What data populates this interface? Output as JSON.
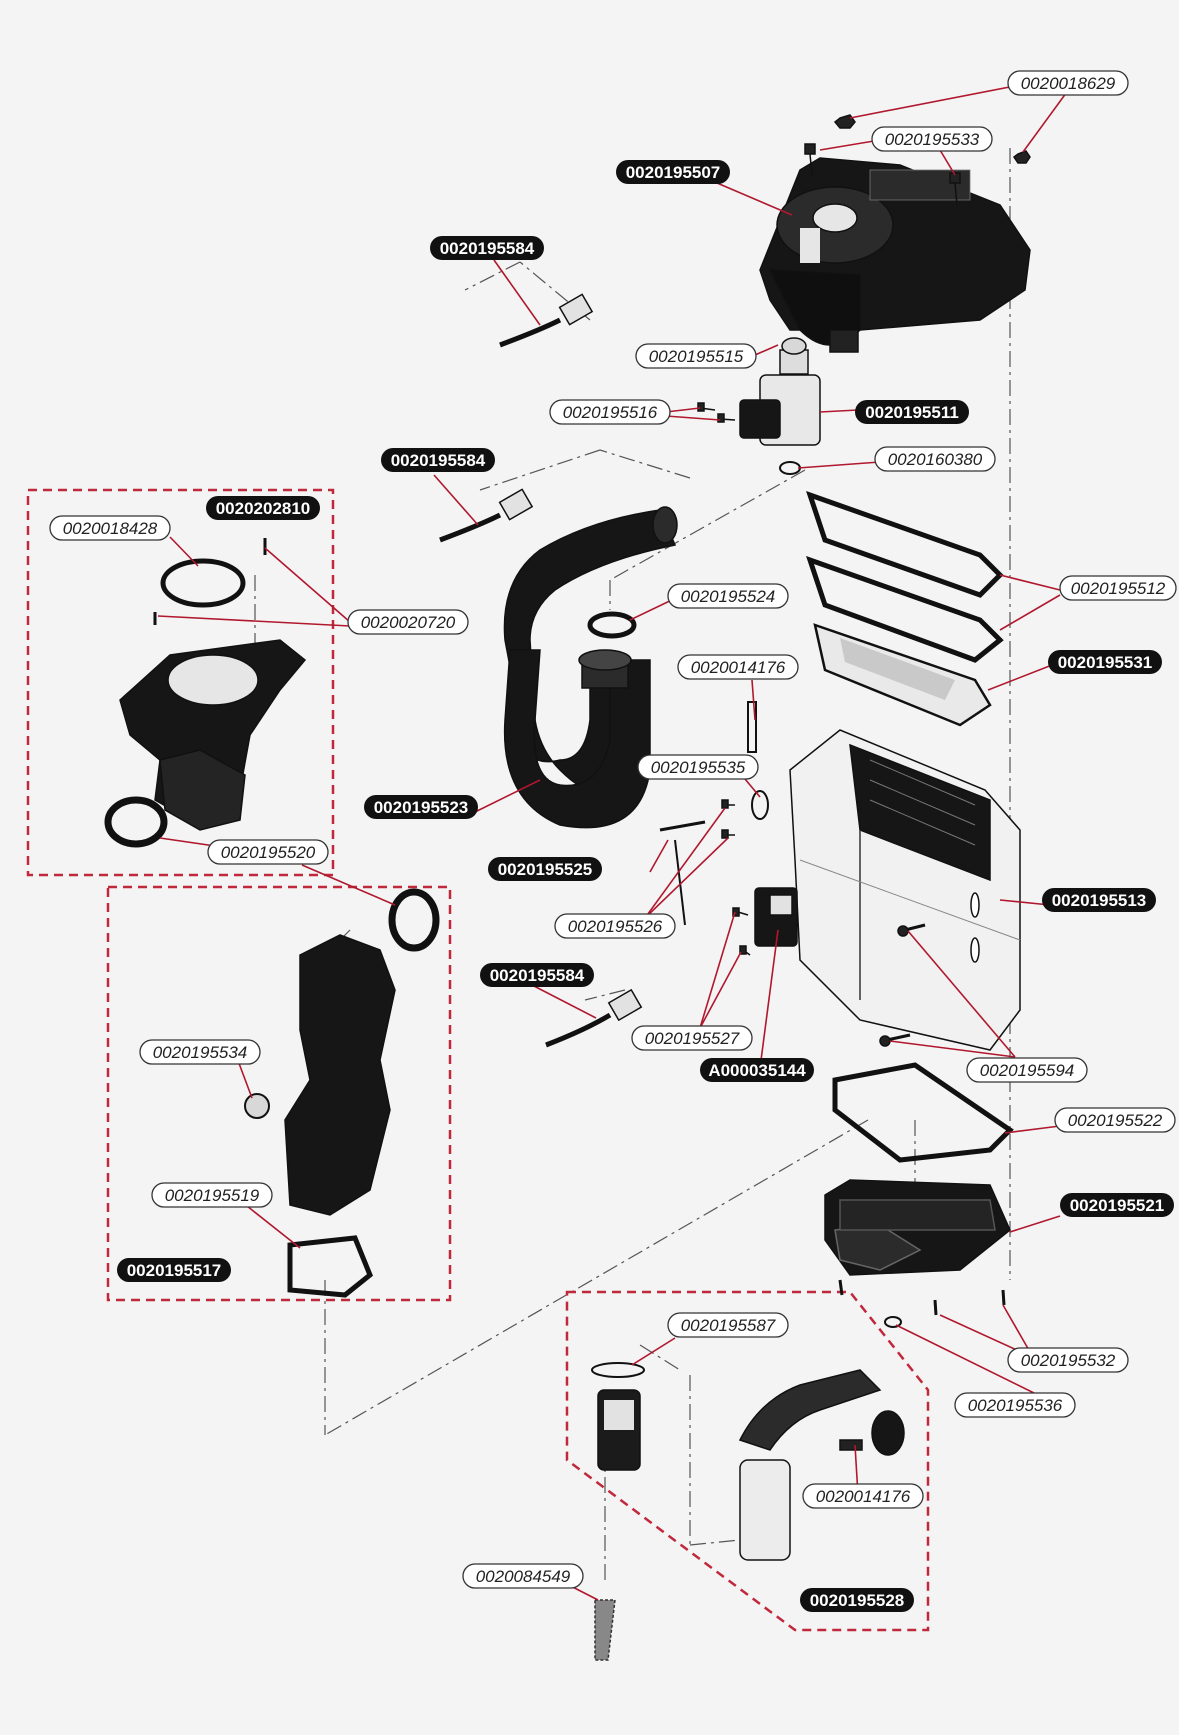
{
  "colors": {
    "background": "#f4f4f4",
    "leader": "#b0182e",
    "group_border": "#c0283c",
    "part_fill": "#161616",
    "dash": "#555555"
  },
  "labels": {
    "p18629": "0020018629",
    "p195533": "0020195533",
    "p195507": "0020195507",
    "p195584a": "0020195584",
    "p195515": "0020195515",
    "p195516": "0020195516",
    "p195511": "0020195511",
    "p160380": "0020160380",
    "p195584b": "0020195584",
    "p202810": "0020202810",
    "p18428": "0020018428",
    "p20720": "0020020720",
    "p195512": "0020195512",
    "p195524": "0020195524",
    "p195531": "0020195531",
    "p14176a": "0020014176",
    "p195535": "0020195535",
    "p195523": "0020195523",
    "p195520": "0020195520",
    "p195525": "0020195525",
    "p195513": "0020195513",
    "p195526": "0020195526",
    "p195584c": "0020195584",
    "p195534": "0020195534",
    "p195527": "0020195527",
    "p195594": "0020195594",
    "a35144": "A000035144",
    "p195522": "0020195522",
    "p195519": "0020195519",
    "p195521": "0020195521",
    "p195517": "0020195517",
    "p195587": "0020195587",
    "p195532": "0020195532",
    "p195536": "0020195536",
    "p14176b": "0020014176",
    "p84549": "0020084549",
    "p195528": "0020195528"
  }
}
